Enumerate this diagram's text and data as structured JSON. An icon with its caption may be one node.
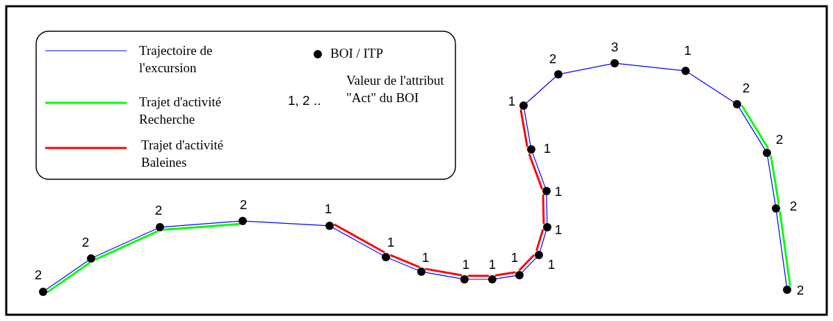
{
  "diagram": {
    "nodes": [
      {
        "text": [],
        "shape": "circle",
        "beside": [
          "2"
        ]
      },
      {
        "text": [],
        "shape": "circle",
        "beside": [
          "2"
        ]
      },
      {
        "text": [],
        "shape": "circle",
        "beside": [
          "2"
        ]
      },
      {
        "text": [],
        "shape": "circle",
        "beside": [
          "2"
        ]
      },
      {
        "text": [],
        "shape": "circle",
        "beside": [
          "1"
        ]
      },
      {
        "text": [],
        "shape": "circle",
        "beside": [
          "1"
        ]
      },
      {
        "text": [],
        "shape": "circle",
        "beside": [
          "1"
        ]
      },
      {
        "text": [],
        "shape": "circle",
        "beside": [
          "1"
        ]
      },
      {
        "text": [],
        "shape": "circle",
        "beside": [
          "1"
        ]
      },
      {
        "text": [],
        "shape": "circle",
        "beside": [
          "1"
        ]
      },
      {
        "text": [],
        "shape": "circle",
        "beside": [
          "1"
        ]
      },
      {
        "text": [],
        "shape": "circle",
        "beside": [
          "1"
        ]
      },
      {
        "text": [],
        "shape": "circle",
        "beside": [
          "1"
        ]
      },
      {
        "text": [],
        "shape": "circle",
        "beside": [
          "1"
        ]
      },
      {
        "text": [],
        "shape": "circle",
        "beside": [
          "1"
        ]
      },
      {
        "text": [],
        "shape": "circle",
        "beside": [
          "2"
        ]
      },
      {
        "text": [],
        "shape": "circle",
        "beside": [
          "3"
        ]
      },
      {
        "text": [],
        "shape": "circle",
        "beside": [
          "1"
        ]
      },
      {
        "text": [],
        "shape": "circle",
        "beside": [
          "2"
        ]
      },
      {
        "text": [],
        "shape": "circle",
        "beside": [
          "2"
        ]
      },
      {
        "text": [],
        "shape": "circle",
        "beside": [
          "2"
        ]
      },
      {
        "text": [],
        "shape": "circle",
        "beside": [
          "2"
        ]
      }
    ],
    "edges": [
      {
        "from": 0,
        "to": 1,
        "arrow": "none"
      },
      {
        "from": 1,
        "to": 2,
        "arrow": "none"
      },
      {
        "from": 2,
        "to": 3,
        "arrow": "none"
      },
      {
        "from": 3,
        "to": 4,
        "arrow": "none"
      },
      {
        "from": 4,
        "to": 5,
        "arrow": "none"
      },
      {
        "from": 5,
        "to": 6,
        "arrow": "none"
      },
      {
        "from": 6,
        "to": 7,
        "arrow": "none"
      },
      {
        "from": 7,
        "to": 8,
        "arrow": "none"
      },
      {
        "from": 8,
        "to": 9,
        "arrow": "none"
      },
      {
        "from": 9,
        "to": 10,
        "arrow": "none"
      },
      {
        "from": 10,
        "to": 11,
        "arrow": "none"
      },
      {
        "from": 11,
        "to": 12,
        "arrow": "none"
      },
      {
        "from": 12,
        "to": 13,
        "arrow": "none"
      },
      {
        "from": 13,
        "to": 14,
        "arrow": "none"
      },
      {
        "from": 14,
        "to": 15,
        "arrow": "none"
      },
      {
        "from": 15,
        "to": 16,
        "arrow": "none"
      },
      {
        "from": 16,
        "to": 17,
        "arrow": "none"
      },
      {
        "from": 17,
        "to": 18,
        "arrow": "none"
      },
      {
        "from": 18,
        "to": 19,
        "arrow": "none"
      },
      {
        "from": 19,
        "to": 20,
        "arrow": "none"
      },
      {
        "from": 20,
        "to": 21,
        "arrow": "none"
      },
      {
        "from": 0,
        "to": 1,
        "arrow": "none",
        "style": "thick",
        "color": "#00ff00"
      },
      {
        "from": 1,
        "to": 2,
        "arrow": "none",
        "style": "thick",
        "color": "#00ff00"
      },
      {
        "from": 2,
        "to": 3,
        "arrow": "none",
        "style": "thick",
        "color": "#00ff00"
      },
      {
        "from": 4,
        "to": 5,
        "arrow": "none",
        "style": "thick",
        "color": "#ff0000"
      },
      {
        "from": 5,
        "to": 6,
        "arrow": "none",
        "style": "thick",
        "color": "#ff0000"
      },
      {
        "from": 6,
        "to": 7,
        "arrow": "none",
        "style": "thick",
        "color": "#ff0000"
      },
      {
        "from": 7,
        "to": 8,
        "arrow": "none",
        "style": "thick",
        "color": "#ff0000"
      },
      {
        "from": 8,
        "to": 9,
        "arrow": "none",
        "style": "thick",
        "color": "#ff0000"
      },
      {
        "from": 9,
        "to": 10,
        "arrow": "none",
        "style": "thick",
        "color": "#ff0000"
      },
      {
        "from": 10,
        "to": 11,
        "arrow": "none",
        "style": "thick",
        "color": "#ff0000"
      },
      {
        "from": 11,
        "to": 12,
        "arrow": "none",
        "style": "thick",
        "color": "#ff0000"
      },
      {
        "from": 12,
        "to": 13,
        "arrow": "none",
        "style": "thick",
        "color": "#ff0000"
      },
      {
        "from": 13,
        "to": 14,
        "arrow": "none",
        "style": "thick",
        "color": "#ff0000"
      },
      {
        "from": 18,
        "to": 19,
        "arrow": "none",
        "style": "thick",
        "color": "#00ff00"
      },
      {
        "from": 19,
        "to": 20,
        "arrow": "none",
        "style": "thick",
        "color": "#00ff00"
      },
      {
        "from": 20,
        "to": 21,
        "arrow": "none",
        "style": "thick",
        "color": "#00ff00"
      }
    ],
    "labels": [
      "1, 2 .."
    ],
    "legend": [
      {
        "text": "Trajectoire de l'excursion"
      },
      {
        "text": "Trajet d'activité Recherche"
      },
      {
        "text": "Trajet d'activité Baleines"
      },
      {
        "text": "BOI / ITP"
      },
      {
        "text": "Valeur de l'attribut \"Act\" du BOI"
      }
    ]
  }
}
